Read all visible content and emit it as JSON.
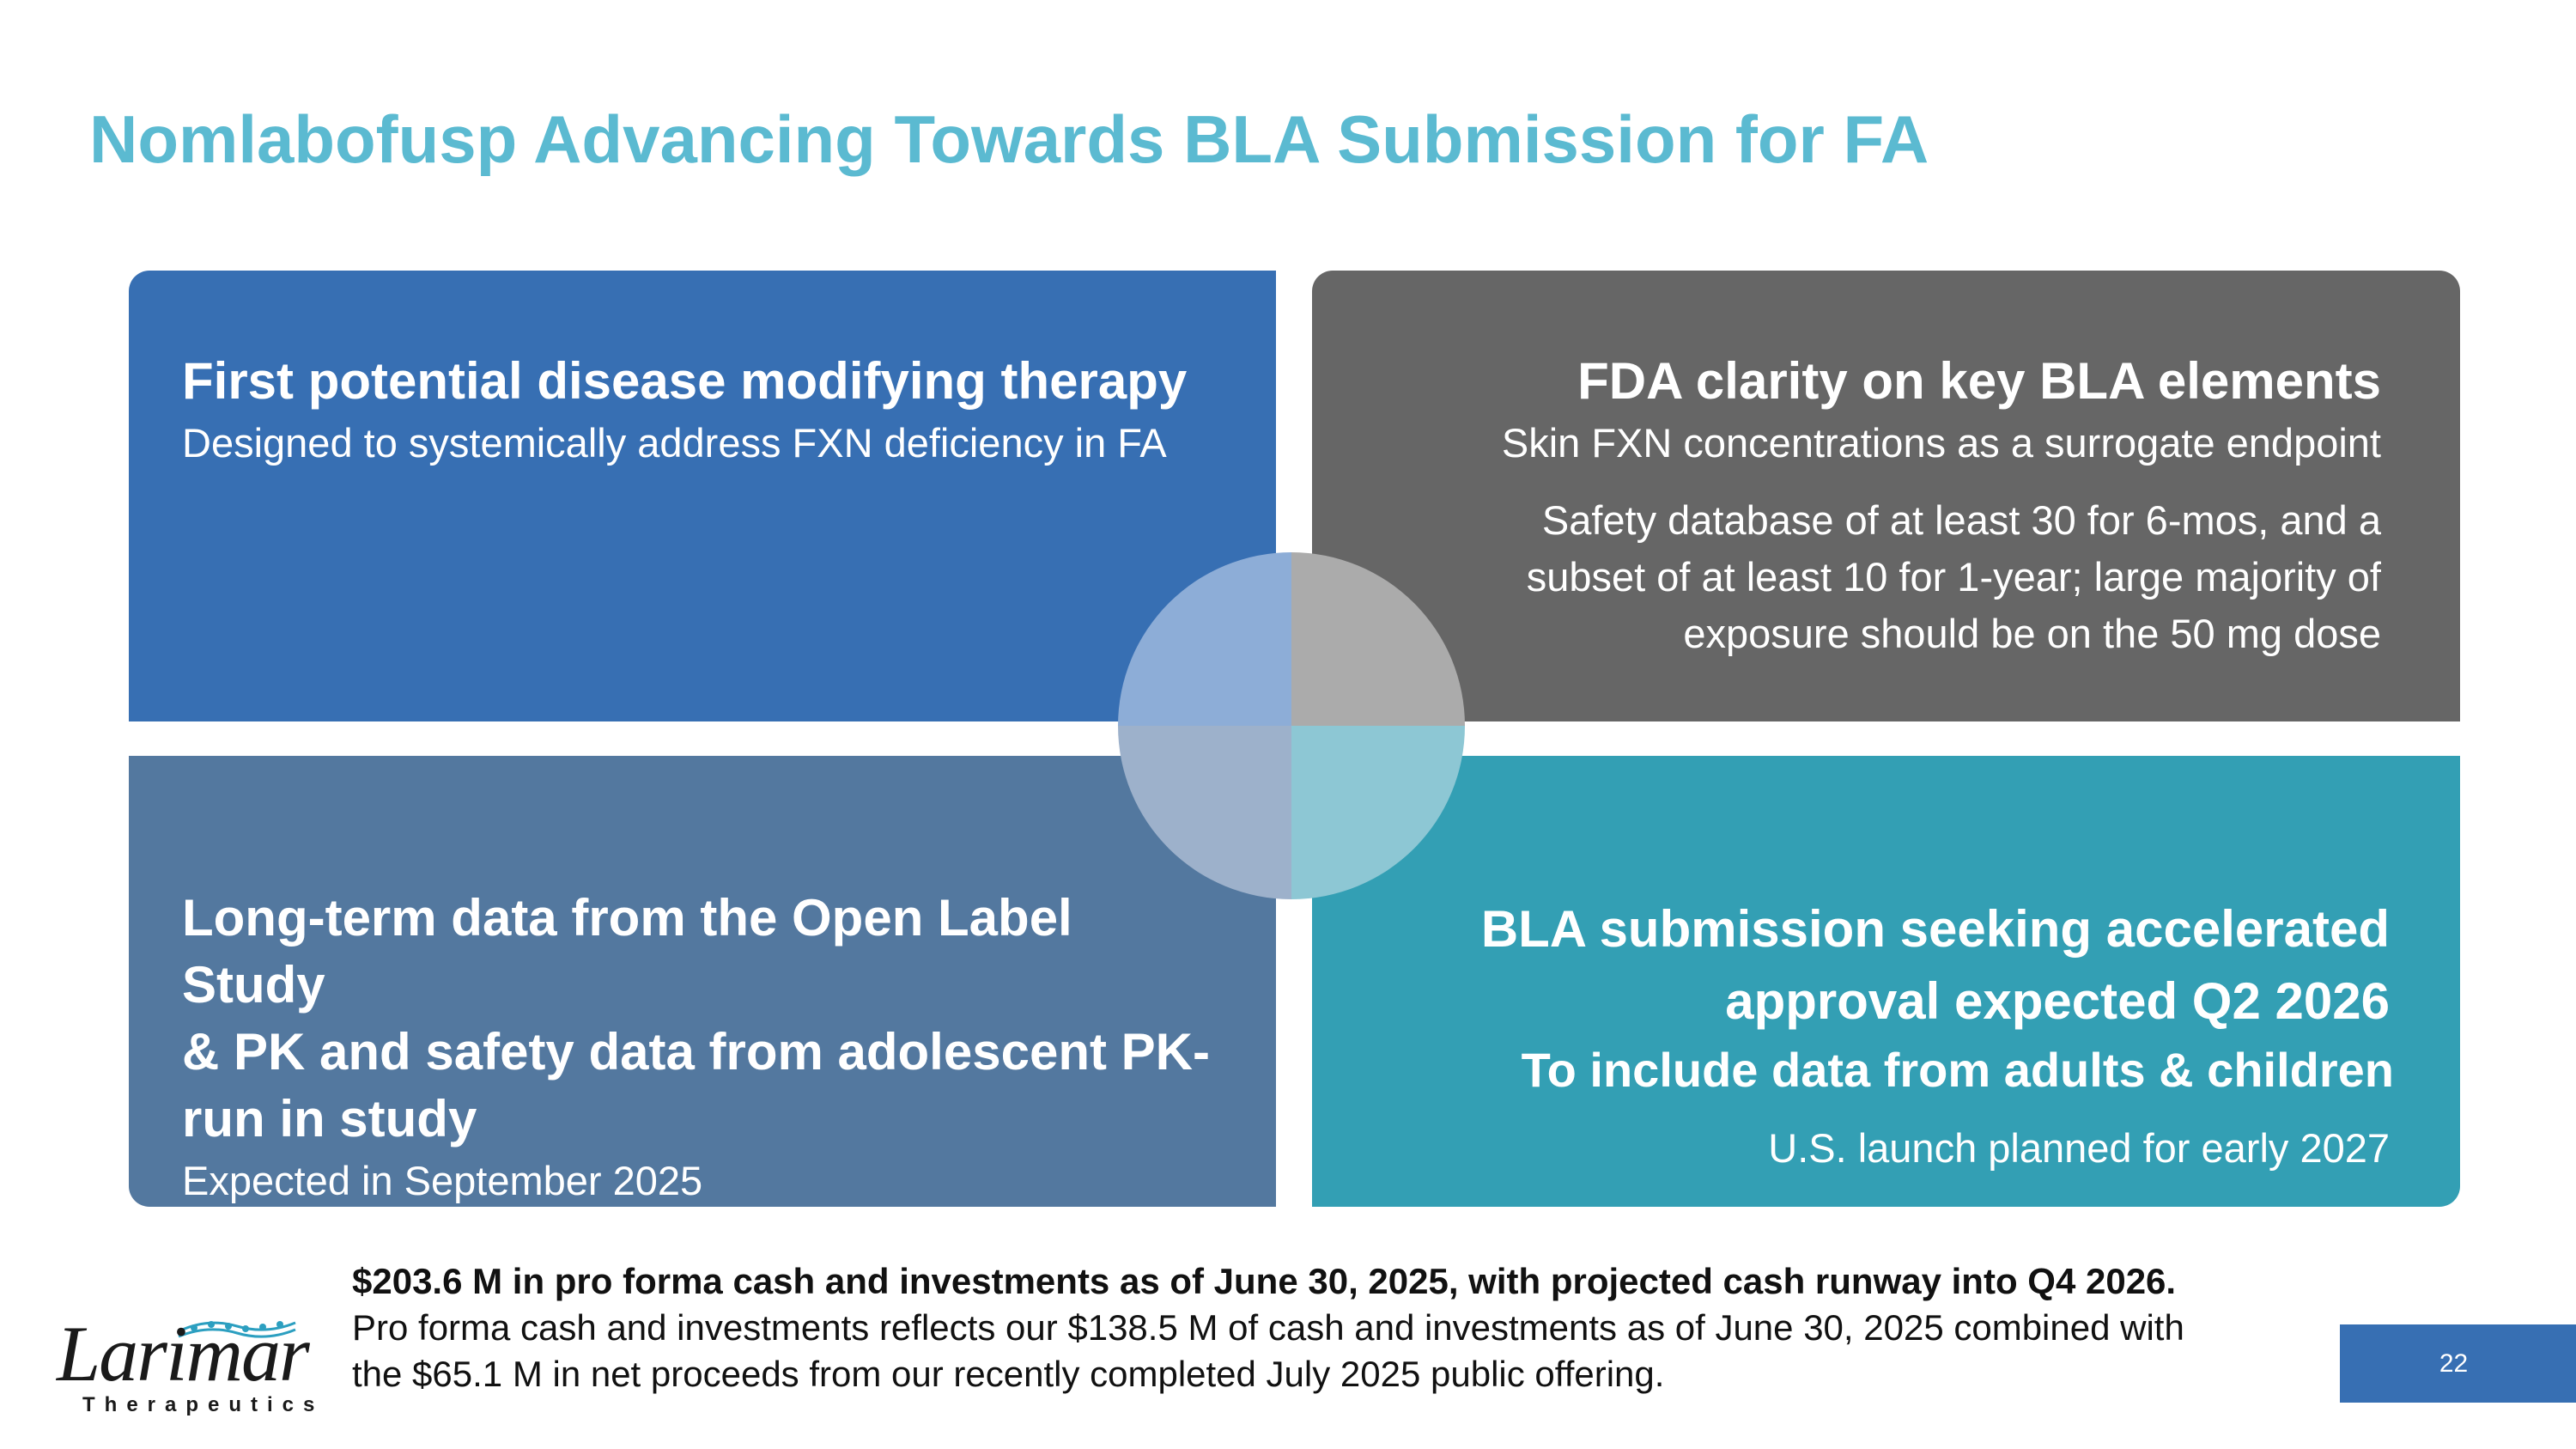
{
  "slide": {
    "title": "Nomlabofusp Advancing Towards BLA Submission for FA",
    "page_number": "22"
  },
  "quadrants": {
    "top_left": {
      "heading": "First potential disease modifying therapy",
      "subtext": "Designed to systemically address FXN deficiency in FA",
      "color": "#376fb3"
    },
    "top_right": {
      "heading": "FDA clarity on key BLA elements",
      "subtext": "Skin FXN concentrations as a surrogate endpoint",
      "paragraph_lines": [
        "Safety database of at least 30 for 6-mos, and a",
        "subset of at least 10 for 1-year; large majority of",
        "exposure should be on the 50 mg dose"
      ],
      "color": "#666666"
    },
    "bottom_left": {
      "heading_lines": [
        "Long-term data from the Open Label Study",
        "& PK and safety data from adolescent PK-",
        "run in study"
      ],
      "subtext": "Expected in September 2025",
      "color": "#53789f"
    },
    "bottom_right": {
      "heading_lines": [
        "BLA submission seeking accelerated",
        "approval expected Q2 2026"
      ],
      "heading2": "To include data from adults & children",
      "subtext": "U.S. launch planned for early 2027",
      "color": "#339fb4"
    }
  },
  "footer": {
    "bold_line": "$203.6 M in pro forma cash and investments as of June 30, 2025, with projected cash runway into Q4 2026.",
    "line2": "Pro forma cash and investments reflects our $138.5 M of cash and investments as of June 30, 2025 combined with",
    "line3": "the $65.1 M in net proceeds from our recently completed July 2025 public offering."
  },
  "logo": {
    "word": "Larimar",
    "tagline": "Therapeutics",
    "icon": "dna-chain-icon"
  }
}
